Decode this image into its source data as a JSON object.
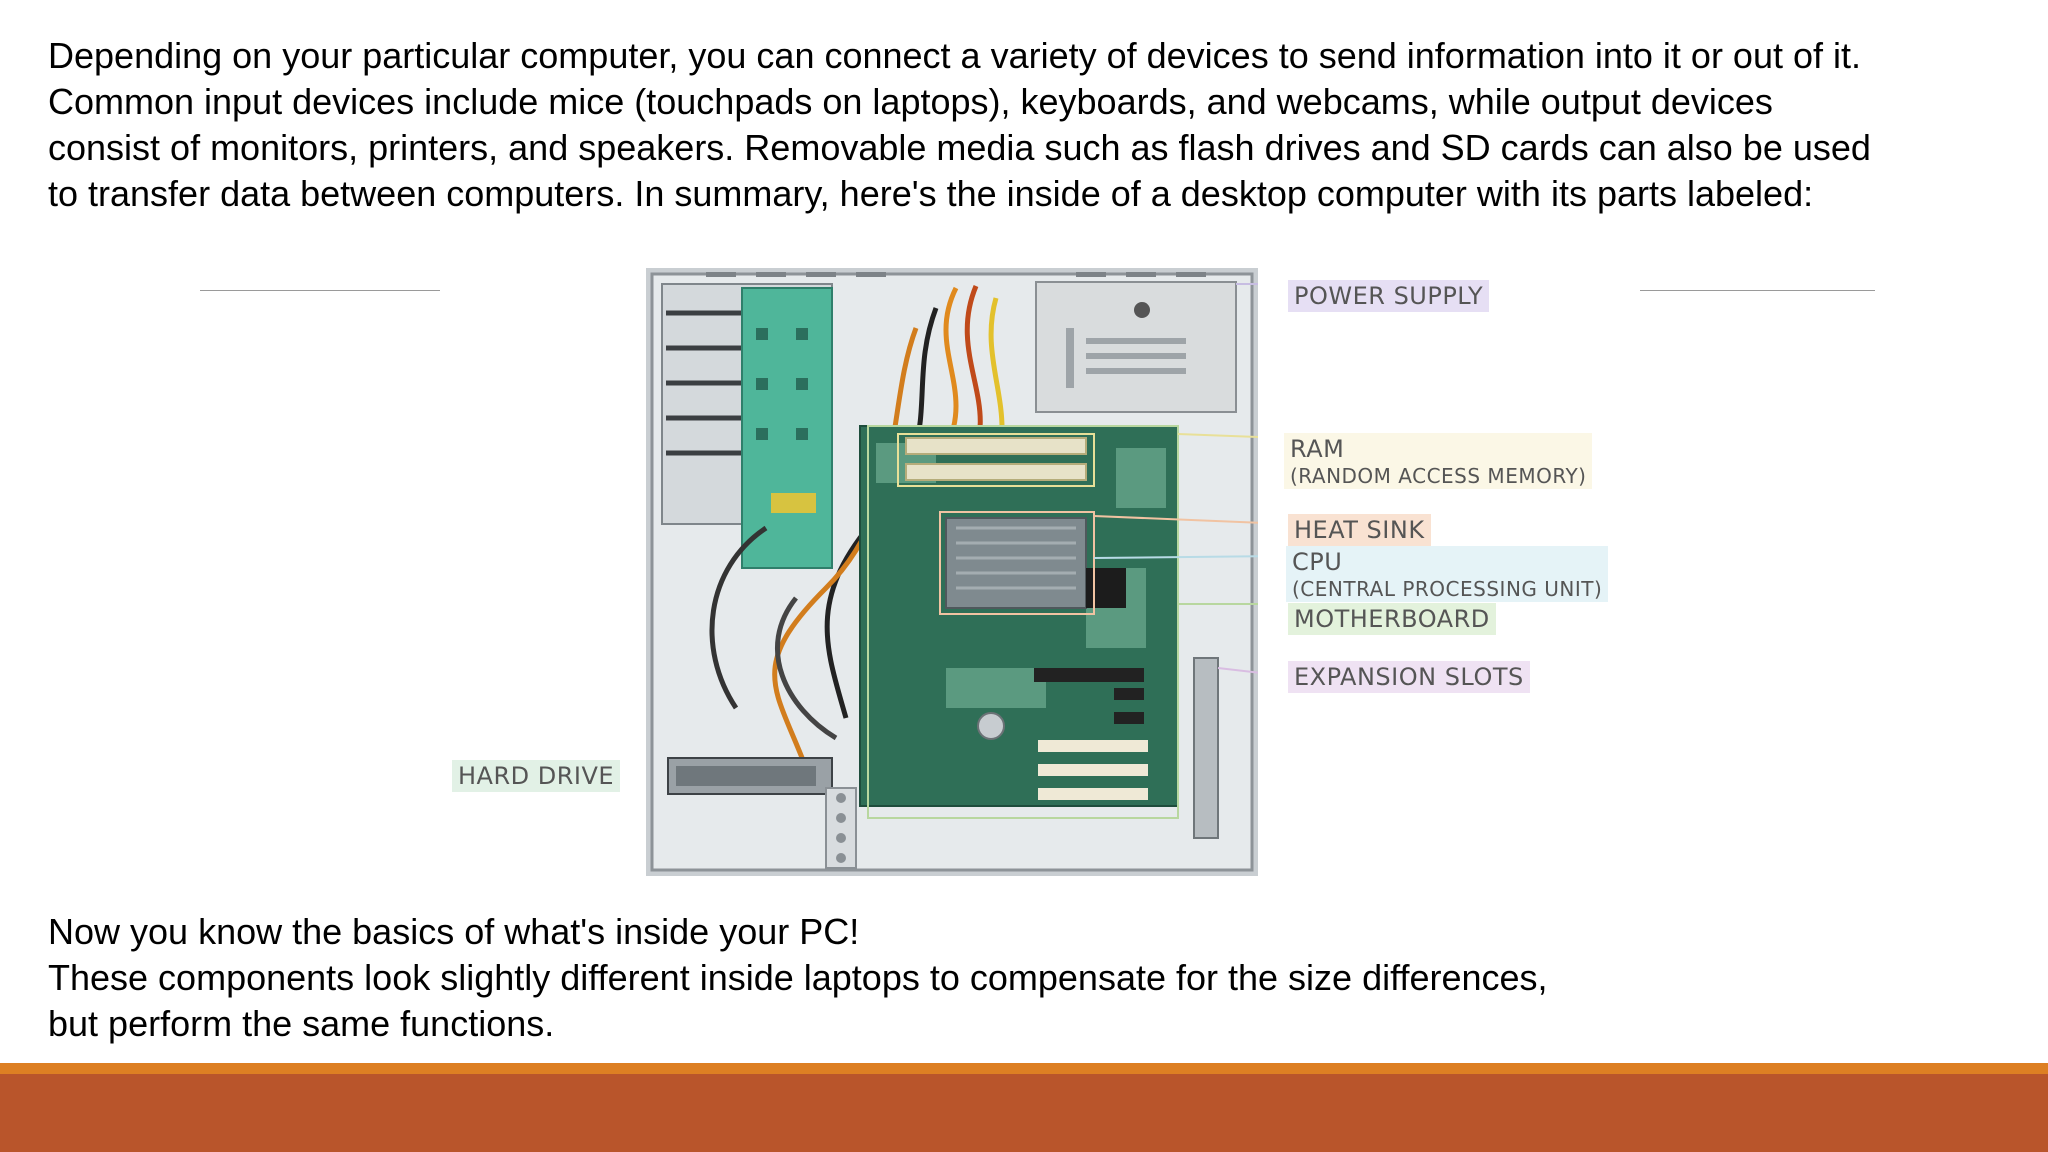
{
  "intro_lines": [
    "Depending on your particular computer, you can connect a variety of devices to send information into it or out of it.",
    "Common input devices include mice (touchpads on laptops), keyboards, and webcams, while output devices",
    "consist of monitors, printers, and speakers. Removable media such as flash drives and SD cards can also be used",
    "to transfer data between computers. In summary, here's the inside of a desktop computer with its parts labeled:"
  ],
  "diagram": {
    "labels": {
      "power_supply": "POWER SUPPLY",
      "ram": "RAM",
      "ram_sub": "(RANDOM ACCESS MEMORY)",
      "heat_sink": "HEAT SINK",
      "cpu": "CPU",
      "cpu_sub": "(CENTRAL PROCESSING UNIT)",
      "motherboard": "MOTHERBOARD",
      "expansion_slots": "EXPANSION SLOTS",
      "hard_drive": "HARD DRIVE"
    },
    "label_colors": {
      "power_supply": "#e6dff4",
      "ram": "#fbf7e6",
      "heat_sink": "#f9e2d2",
      "cpu": "#e5f3f7",
      "motherboard": "#e3f2dc",
      "expansion_slots": "#efe2f3",
      "hard_drive": "#e2f1e6"
    }
  },
  "outro_lines": [
    "Now you know the basics of what's inside your PC!",
    "These components look slightly different inside laptops to compensate for the size differences,",
    "but perform the same functions."
  ],
  "theme": {
    "footer_stripe": "#dd7f23",
    "footer_bar": "#b9552b"
  }
}
